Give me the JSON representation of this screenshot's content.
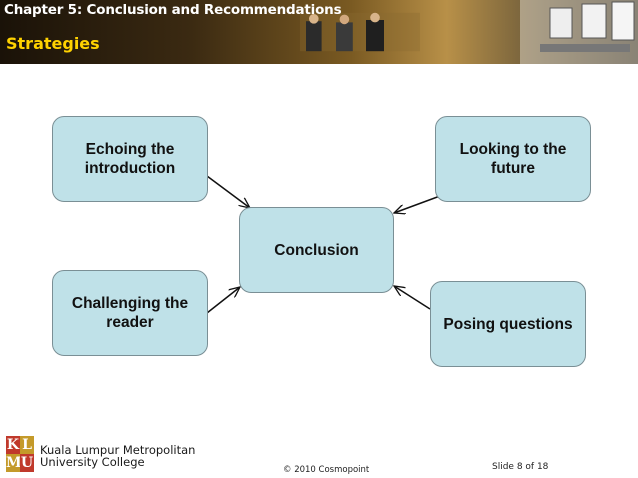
{
  "header": {
    "chapter_title": "Chapter 5: Conclusion and Recommendations",
    "section_title": "Strategies"
  },
  "diagram": {
    "center": "Conclusion",
    "nodes": [
      {
        "id": "echoing",
        "label": "Echoing the\nintroduction"
      },
      {
        "id": "looking",
        "label": "Looking to the\nfuture"
      },
      {
        "id": "challenging",
        "label": "Challenging the\nreader"
      },
      {
        "id": "posing",
        "label": "Posing questions"
      }
    ]
  },
  "footer": {
    "logo_letters": [
      "K",
      "L",
      "M",
      "U"
    ],
    "college_line1": "Kuala Lumpur Metropolitan",
    "college_line2": "University College",
    "copyright": "© 2010 Cosmopoint",
    "slide_number": "Slide 8 of 18"
  },
  "colors": {
    "node_fill": "#bfe1e8",
    "node_border": "#7a8f95",
    "section_title": "#ffd200",
    "logo_red": "#c0392b",
    "logo_gold": "#c49a2a"
  }
}
